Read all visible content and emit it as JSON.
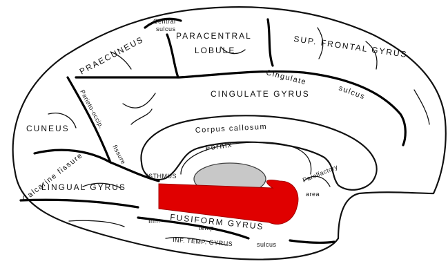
{
  "labels": {
    "central_sulcus_1": "Central",
    "central_sulcus_2": "sulcus",
    "paracentral_1": "PARACENTRAL",
    "paracentral_2": "LOBULE",
    "sup_frontal": "SUP. FRONTAL GYRUS",
    "praecuneus": "PRAECUNEUS",
    "parieto_occip": "Parieto-occip.",
    "cingulate_sulcus_1": "Cingulate",
    "cingulate_sulcus_2": "sulcus",
    "cingulate_gyrus": "CINGULATE GYRUS",
    "cuneus": "CUNEUS",
    "corpus_callosum": "Corpus callosum",
    "fornix": "Fornix",
    "fissure": "fissure",
    "calcarine": "Calcarine fissure",
    "lingual": "LINGUAL GYRUS",
    "isthmus": "ISTHMUS",
    "parolfactory_1": "Parolfactory",
    "parolfactory_2": "area",
    "fusiform": "FUSIFORM GYRUS",
    "infr": "Infr.",
    "temp": "temp.",
    "inf_temp_gyrus": "INF. TEMP. GYRUS",
    "sulcus": "sulcus"
  },
  "colors": {
    "highlight": "#e00000",
    "septum": "#c8c8c8",
    "outline": "#111111",
    "background": "#ffffff"
  }
}
